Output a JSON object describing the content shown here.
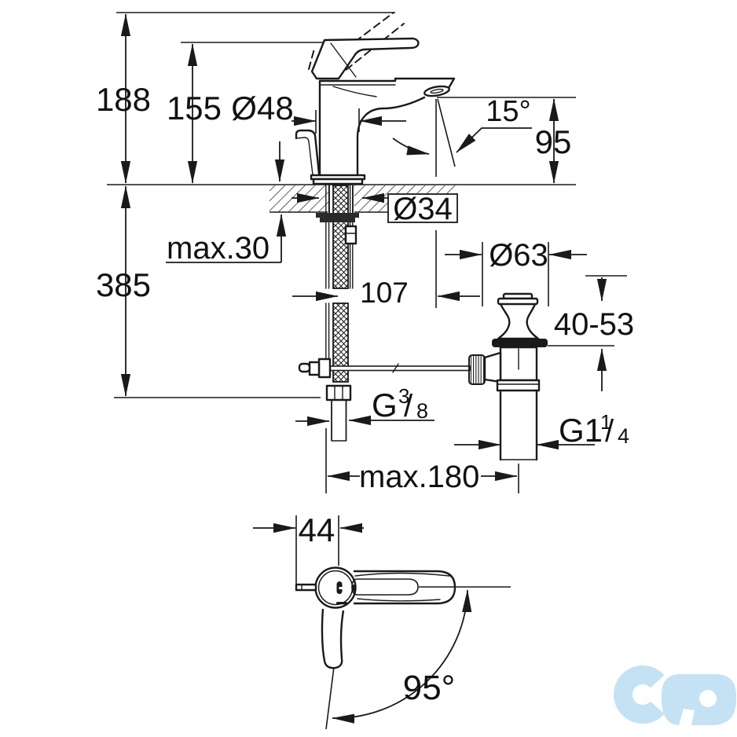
{
  "drawing": {
    "labels": {
      "total_height": "188",
      "lever_height": "155",
      "body_diameter": "Ø48",
      "stream_angle": "15°",
      "spout_height": "95",
      "hole_diameter": "Ø34",
      "max_deck_thickness": "max.30",
      "under_counter_depth": "385",
      "spout_projection": "107",
      "waste_flange_diameter": "Ø63",
      "waste_adjust_range": "40-53",
      "max_reach": "max.180",
      "handle_width": "44",
      "handle_swing": "95°",
      "supply_thread": {
        "prefix": "G",
        "numerator": "3",
        "separator": "/",
        "denominator": "8"
      },
      "waste_thread": {
        "prefix": "G1",
        "numerator": "1",
        "separator": "/",
        "denominator": "4"
      }
    },
    "colors": {
      "line": "#1a1a1a",
      "background": "#ffffff",
      "logo": "#c4e2f4"
    }
  }
}
